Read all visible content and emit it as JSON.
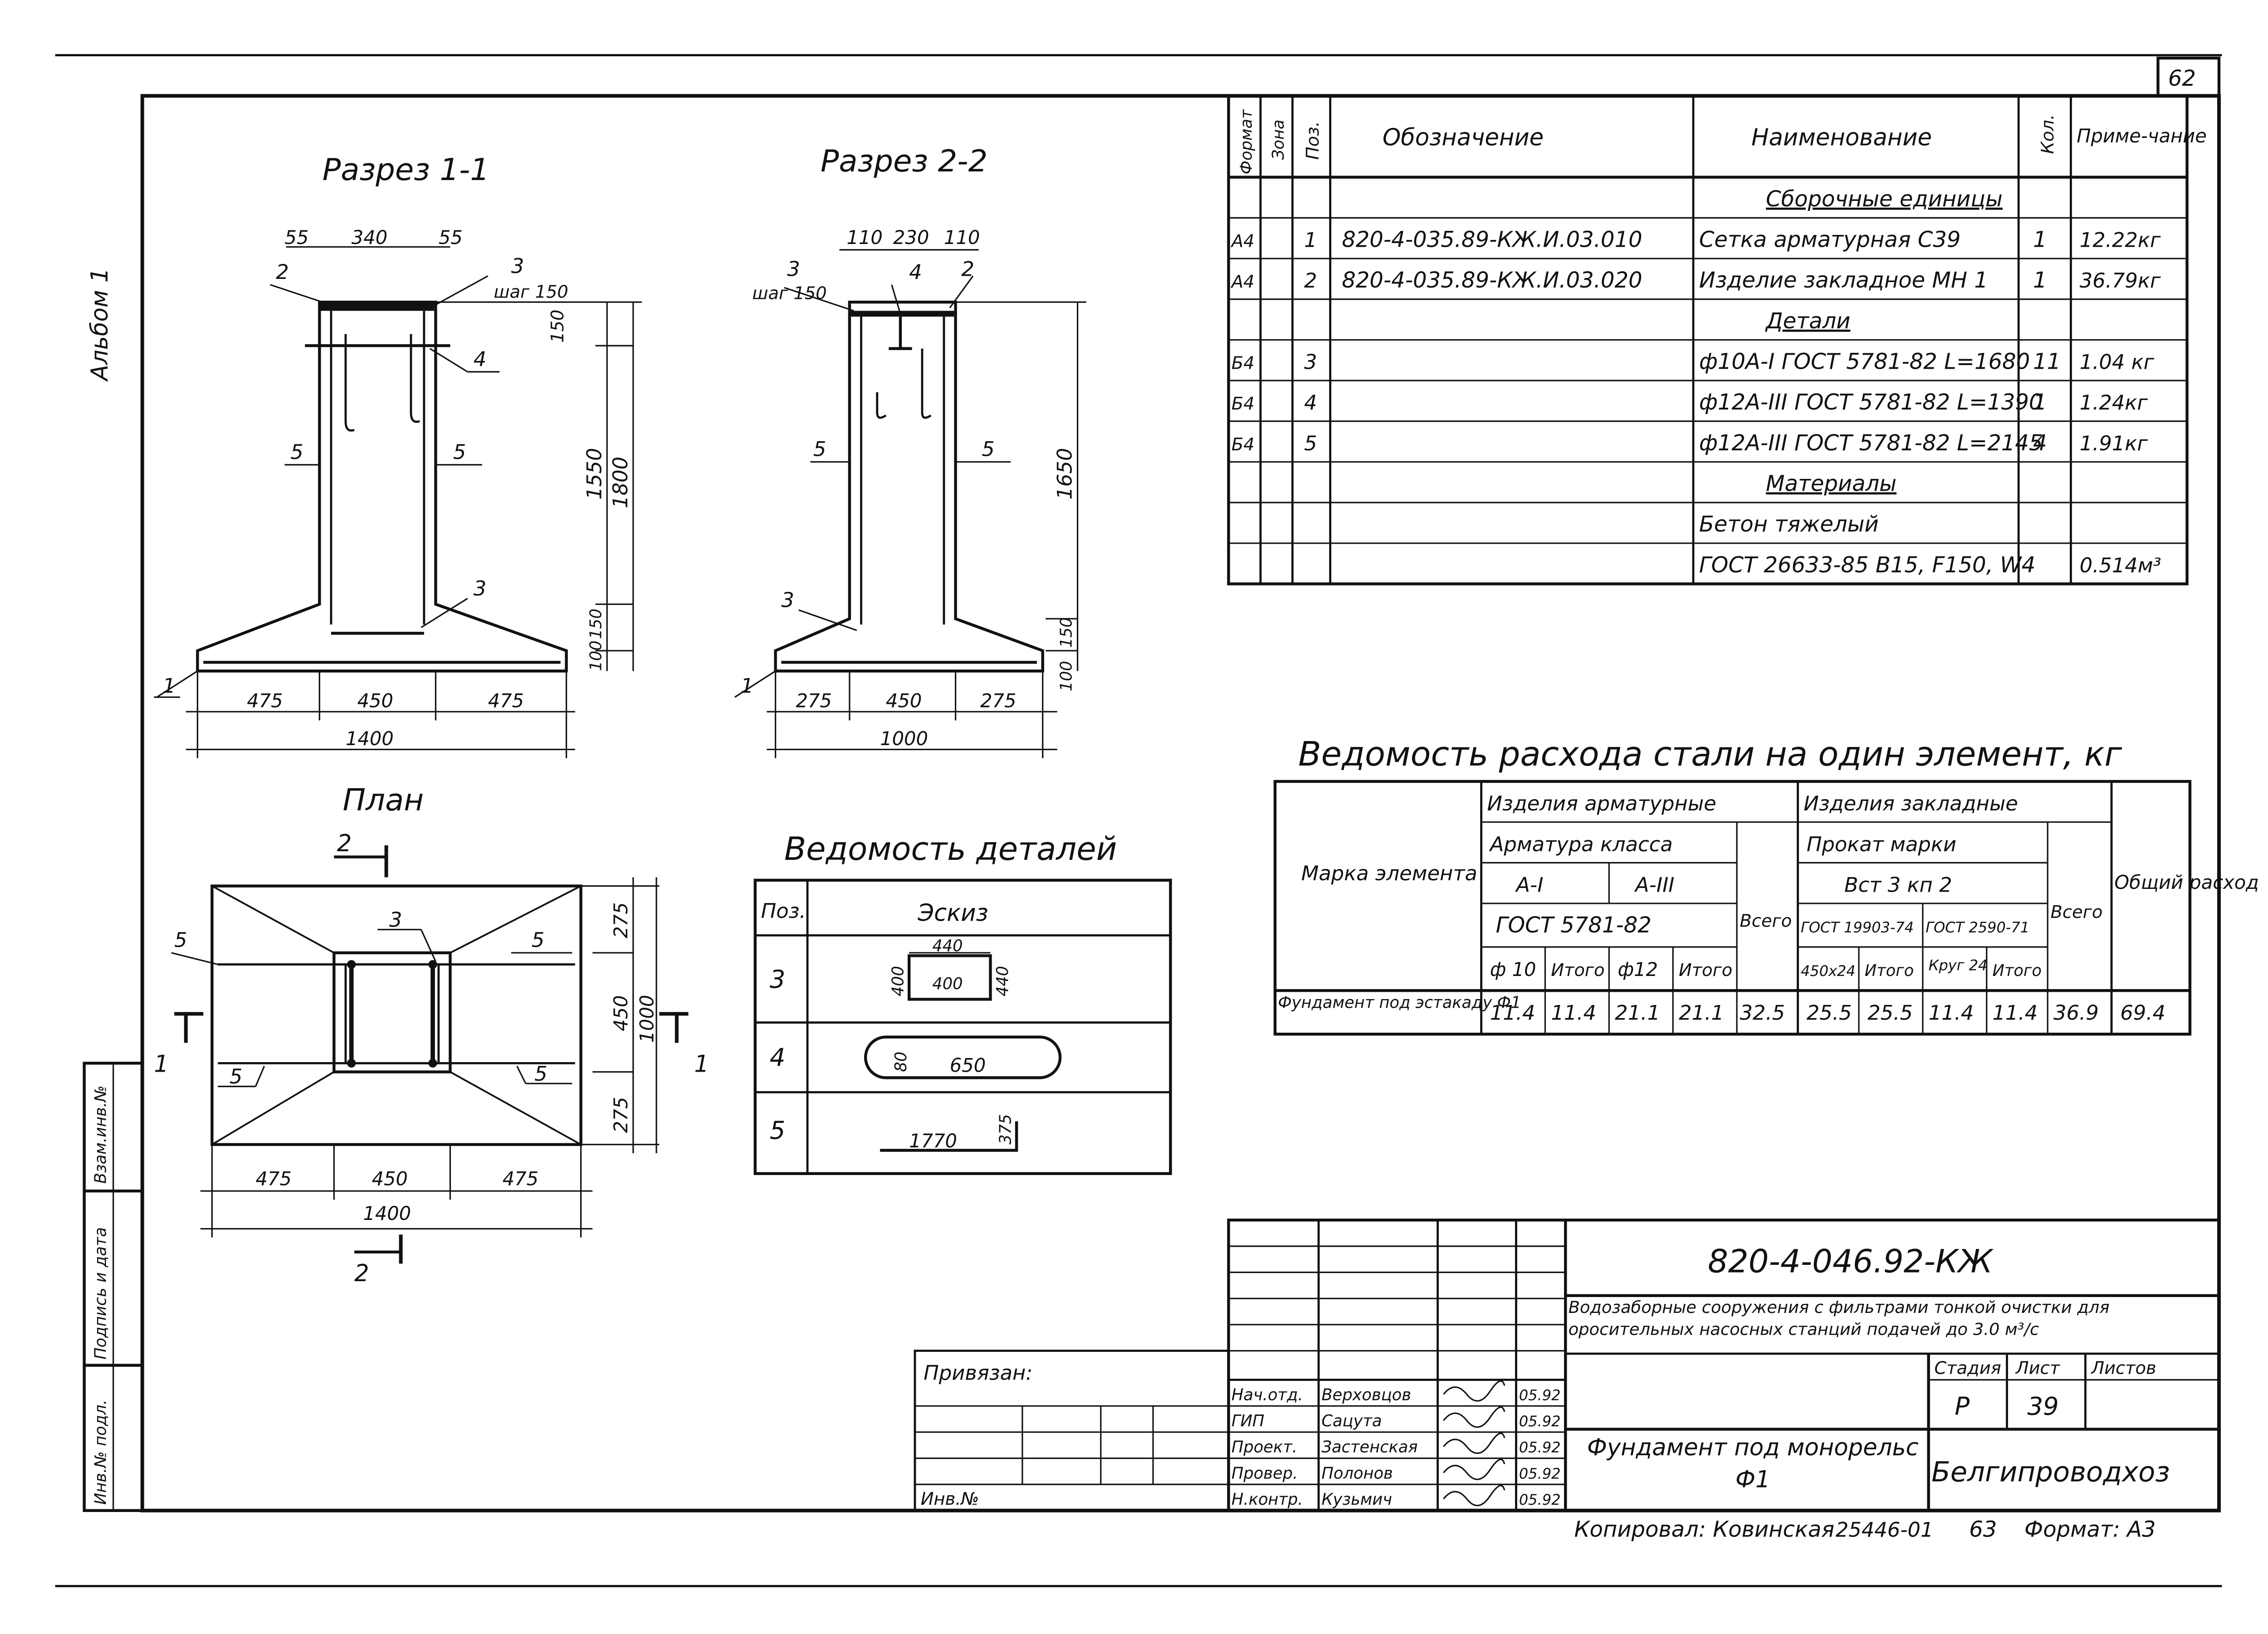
{
  "sheet": {
    "corner_number": "62",
    "album_label": "Альбом 1",
    "side_stamp": {
      "inv_podl": "Инв.№ подл.",
      "podpis_data": "Подпись и дата",
      "vzam_inv": "Взам.инв.№"
    }
  },
  "drawings": {
    "section_1_1": {
      "title": "Разрез 1-1",
      "dims": [
        "55",
        "340",
        "55",
        "шаг 150",
        "150",
        "1550",
        "1800",
        "100",
        "150",
        "475",
        "450",
        "475",
        "1400"
      ],
      "callouts": [
        "1",
        "2",
        "3",
        "3",
        "4",
        "5",
        "5"
      ]
    },
    "section_2_2": {
      "title": "Разрез 2-2",
      "dims": [
        "110",
        "230",
        "110",
        "шаг 150",
        "1650",
        "150",
        "100",
        "275",
        "450",
        "275",
        "1000"
      ],
      "callouts": [
        "1",
        "2",
        "3",
        "3",
        "4",
        "5",
        "5"
      ]
    },
    "plan": {
      "title": "План",
      "dims": [
        "275",
        "450",
        "275",
        "1000",
        "475",
        "450",
        "475",
        "1400"
      ],
      "callouts": [
        "3",
        "5",
        "5",
        "5",
        "5"
      ],
      "cut_marks": [
        "1",
        "1",
        "2",
        "2"
      ]
    }
  },
  "details": {
    "title": "Ведомость деталей",
    "headers": {
      "pos": "Поз.",
      "sketch": "Эскиз"
    },
    "rows": [
      {
        "pos": "3",
        "dims": [
          "440",
          "400",
          "400",
          "440"
        ]
      },
      {
        "pos": "4",
        "dims": [
          "80",
          "650"
        ]
      },
      {
        "pos": "5",
        "dims": [
          "1770",
          "375"
        ]
      }
    ]
  },
  "spec": {
    "headers": {
      "format": "Формат",
      "zone": "Зона",
      "pos": "Поз.",
      "designation": "Обозначение",
      "name": "Наименование",
      "qty": "Кол.",
      "note": "Приме-чание"
    },
    "rows": [
      {
        "format": "",
        "pos": "",
        "designation": "",
        "name": "Сборочные единицы",
        "qty": "",
        "note": "",
        "heading": true
      },
      {
        "format": "А4",
        "pos": "1",
        "designation": "820-4-035.89-КЖ.И.03.010",
        "name": "Сетка арматурная С39",
        "qty": "1",
        "note": "12.22кг",
        "heading": false
      },
      {
        "format": "А4",
        "pos": "2",
        "designation": "820-4-035.89-КЖ.И.03.020",
        "name": "Изделие закладное МН 1",
        "qty": "1",
        "note": "36.79кг",
        "heading": false
      },
      {
        "format": "",
        "pos": "",
        "designation": "",
        "name": "Детали",
        "qty": "",
        "note": "",
        "heading": true
      },
      {
        "format": "Б4",
        "pos": "3",
        "designation": "",
        "name": "ф10А-I ГОСТ 5781-82 L=1680",
        "qty": "11",
        "note": "1.04 кг",
        "heading": false
      },
      {
        "format": "Б4",
        "pos": "4",
        "designation": "",
        "name": "ф12А-III ГОСТ 5781-82 L=1390",
        "qty": "1",
        "note": "1.24кг",
        "heading": false
      },
      {
        "format": "Б4",
        "pos": "5",
        "designation": "",
        "name": "ф12А-III ГОСТ 5781-82 L=2145",
        "qty": "4",
        "note": "1.91кг",
        "heading": false
      },
      {
        "format": "",
        "pos": "",
        "designation": "",
        "name": "Материалы",
        "qty": "",
        "note": "",
        "heading": true
      },
      {
        "format": "",
        "pos": "",
        "designation": "",
        "name": "Бетон тяжелый",
        "qty": "",
        "note": "",
        "heading": false
      },
      {
        "format": "",
        "pos": "",
        "designation": "",
        "name": "ГОСТ 26633-85 В15, F150, W4",
        "qty": "",
        "note": "0.514м³",
        "heading": false
      }
    ]
  },
  "steel": {
    "title": "Ведомость расхода стали на один элемент, кг",
    "headers": {
      "mark": "Марка элемента",
      "reinf": "Изделия арматурные",
      "embedded": "Изделия закладные",
      "total_all": "Общий расход",
      "armatura_class": "Арматура класса",
      "a1": "А-I",
      "a3": "А-III",
      "gost_reinf": "ГОСТ 5781-82",
      "vsego": "Всего",
      "prokat": "Прокат марки",
      "vst": "Вст 3 кп 2",
      "vsego2": "Всего",
      "gost1": "ГОСТ 19903-74",
      "gost2": "ГОСТ 2590-71",
      "c1": "ф 10",
      "c2": "Итого",
      "c3": "ф12",
      "c4": "Итого",
      "c5": "450х24",
      "c6": "Итого",
      "c7": "Круг 24",
      "c8": "Итого"
    },
    "row": {
      "mark": "Фундамент под эстакаду Ф1",
      "values": [
        "11.4",
        "11.4",
        "21.1",
        "21.1",
        "32.5",
        "25.5",
        "25.5",
        "11.4",
        "11.4",
        "36.9",
        "69.4"
      ]
    }
  },
  "title_block": {
    "code": "820-4-046.92-КЖ",
    "project": "Водозаборные сооружения с фильтрами тонкой очистки для оросительных насосных станций подачей до 3.0 м³/с",
    "stage_label": "Стадия",
    "sheet_label": "Лист",
    "sheets_label": "Листов",
    "stage": "Р",
    "sheet": "39",
    "sheets": "",
    "drawing_title": "Фундамент под монорельс Ф1",
    "org": "Белгипроводхоз",
    "privyazan": "Привязан:",
    "inv_no": "Инв.№",
    "signatures": [
      {
        "role": "Нач.отд.",
        "name": "Верховцов",
        "date": "05.92"
      },
      {
        "role": "ГИП",
        "name": "Сацута",
        "date": "05.92"
      },
      {
        "role": "Проект.",
        "name": "Застенская",
        "date": "05.92"
      },
      {
        "role": "Провер.",
        "name": "Полонов",
        "date": "05.92"
      },
      {
        "role": "Н.контр.",
        "name": "Кузьмич",
        "date": "05.92"
      }
    ],
    "copied": "Копировал: Ковинская",
    "order_no": "25446-01",
    "page": "63",
    "format": "Формат: А3"
  }
}
